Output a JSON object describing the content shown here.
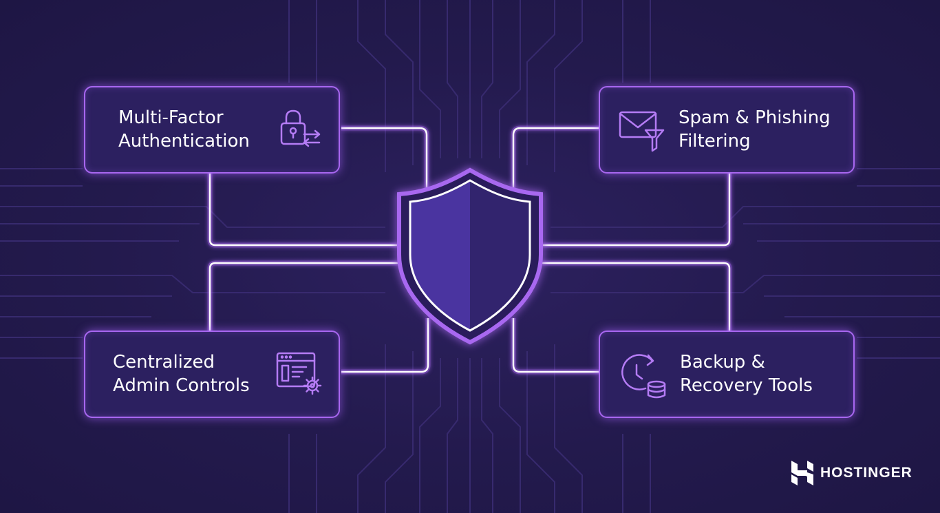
{
  "features": {
    "mfa": {
      "line1": "Multi-Factor",
      "line2": "Authentication",
      "icon": "padlock-arrows-icon"
    },
    "spam": {
      "line1": "Spam & Phishing",
      "line2": "Filtering",
      "icon": "envelope-funnel-icon"
    },
    "admin": {
      "line1": "Centralized",
      "line2": "Admin Controls",
      "icon": "window-gear-icon"
    },
    "backup": {
      "line1": "Backup &",
      "line2": "Recovery Tools",
      "icon": "clock-database-icon"
    }
  },
  "center": {
    "icon": "shield-icon"
  },
  "brand": {
    "name": "HOSTINGER",
    "icon": "hostinger-logo-icon"
  },
  "colors": {
    "background": "#231a4d",
    "box_fill": "#2c2060",
    "box_border": "#a867f0",
    "connector": "#ffffff",
    "accent": "#9b5cf0",
    "icon": "#b57cf5"
  }
}
